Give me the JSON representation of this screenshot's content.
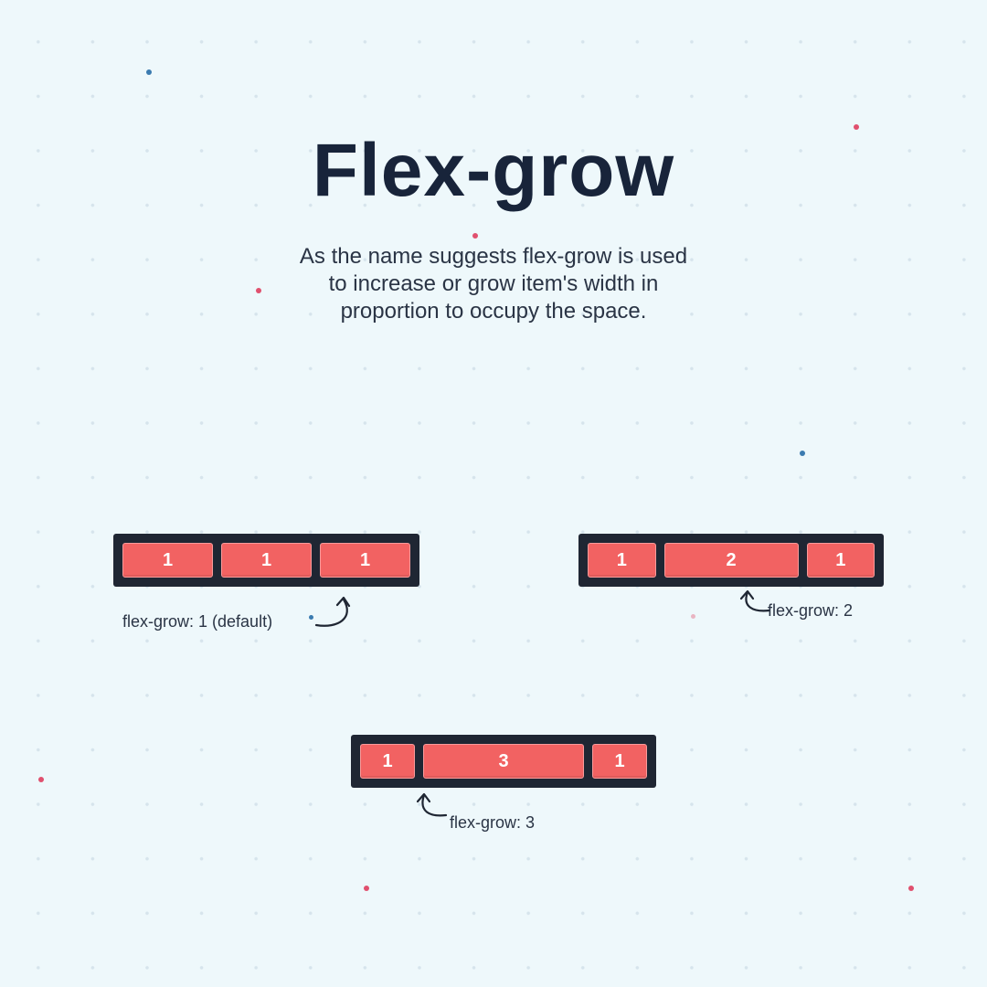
{
  "title": "Flex-grow",
  "description": [
    "As the name suggests flex-grow is used",
    "to increase or grow item's width in",
    "proportion to occupy the space."
  ],
  "examples": [
    {
      "caption": "flex-grow: 1 (default)",
      "items": [
        {
          "label": "1",
          "grow": 1
        },
        {
          "label": "1",
          "grow": 1
        },
        {
          "label": "1",
          "grow": 1
        }
      ]
    },
    {
      "caption": "flex-grow: 2",
      "items": [
        {
          "label": "1",
          "grow": 1
        },
        {
          "label": "2",
          "grow": 2
        },
        {
          "label": "1",
          "grow": 1
        }
      ]
    },
    {
      "caption": "flex-grow: 3",
      "items": [
        {
          "label": "1",
          "grow": 1
        },
        {
          "label": "3",
          "grow": 3
        },
        {
          "label": "1",
          "grow": 1
        }
      ]
    }
  ],
  "colors": {
    "background": "#eef8fb",
    "container": "#1f2633",
    "item": "#f26262",
    "text": "#18243a",
    "accent_pink": "#e0506e",
    "accent_blue": "#3b7bb0"
  }
}
